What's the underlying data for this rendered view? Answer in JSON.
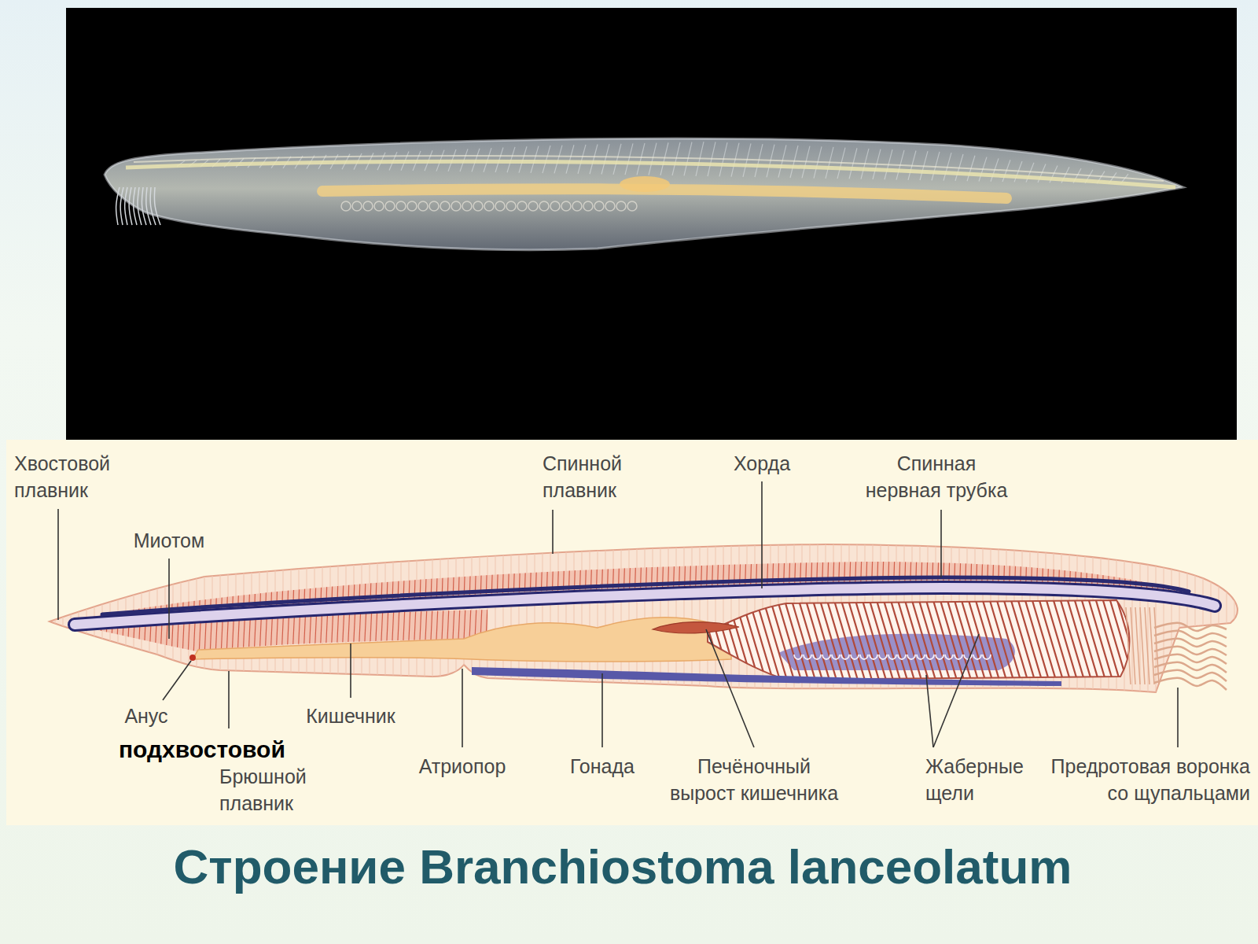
{
  "diagram": {
    "title": "Строение Branchiostoma lanceolatum",
    "labels": [
      "Хвостовой плавник",
      "Миотом",
      "Спинной плавник",
      "Хорда",
      "Спинная нервная трубка",
      "Анус",
      "Кишечник",
      "подхвостовой",
      "Брюшной плавник",
      "Атриопор",
      "Гонада",
      "Печёночный вырост кишечника",
      "Жаберные щели",
      "Предротовая воронка со щупальцами"
    ]
  }
}
